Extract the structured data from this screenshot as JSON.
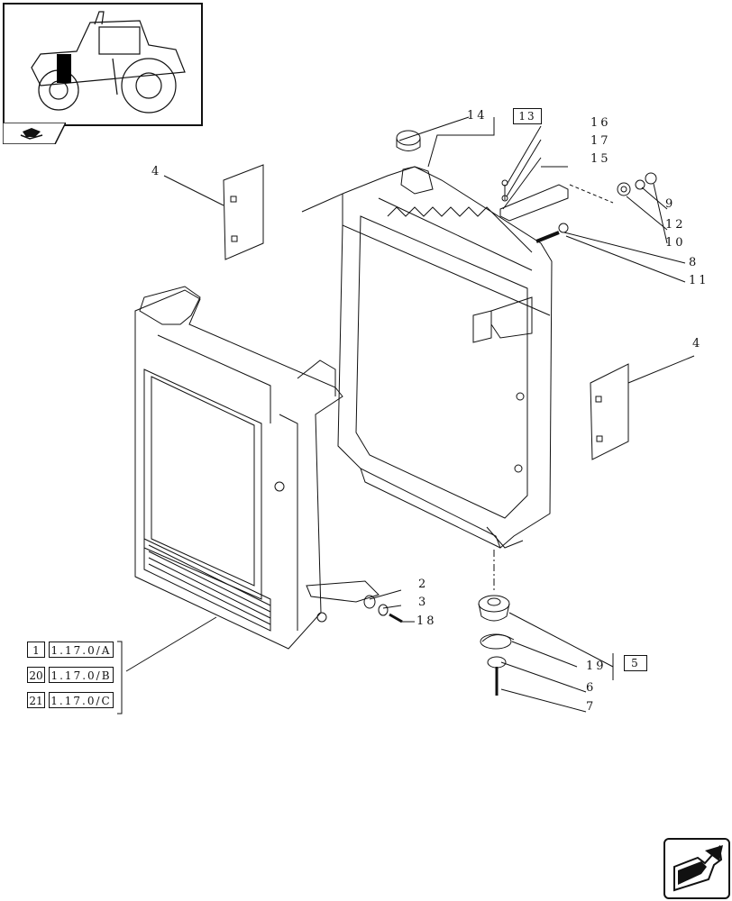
{
  "callouts": {
    "c1": "1",
    "c2": "2",
    "c3": "3",
    "c4a": "4",
    "c4b": "4",
    "c5": "5",
    "c6": "6",
    "c7": "7",
    "c8": "8",
    "c9": "9",
    "c10": "10",
    "c11": "11",
    "c12": "12",
    "c13": "13",
    "c14": "14",
    "c15": "15",
    "c16": "16",
    "c17": "17",
    "c18": "18",
    "c19": "19",
    "c20": "20",
    "c21": "21"
  },
  "references": [
    {
      "num": "1",
      "code": "1.17.0/A"
    },
    {
      "num": "20",
      "code": "1.17.0/B"
    },
    {
      "num": "21",
      "code": "1.17.0/C"
    }
  ],
  "icons": {
    "thumbnail": "tractor-thumbnail-icon",
    "nav_tab": "open-book-icon",
    "next_page": "next-page-arrow-icon"
  },
  "colors": {
    "line": "#111111",
    "highlight": "#000000"
  }
}
